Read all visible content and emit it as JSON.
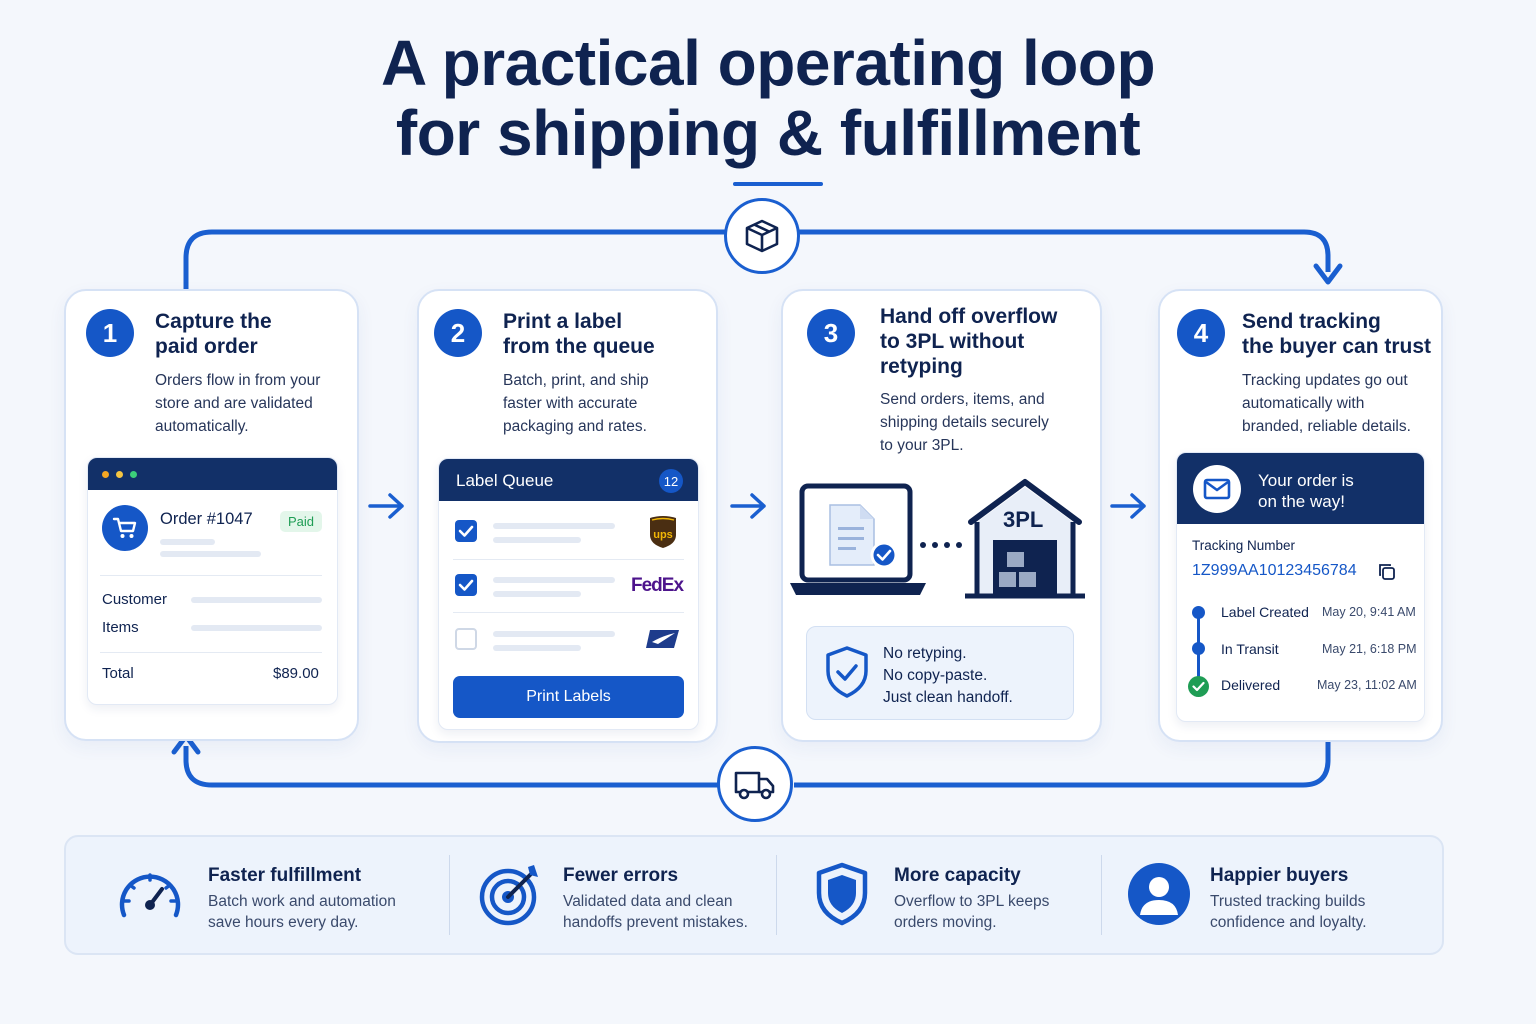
{
  "title": {
    "line1": "A practical operating loop",
    "line2": "for shipping & fulfillment"
  },
  "colors": {
    "primary": "#1557c7",
    "navy": "#0f2350",
    "panel_header": "#123068",
    "paid_green": "#1f9d55",
    "background": "#f4f7fc"
  },
  "loop_icons": {
    "top": "box-icon",
    "bottom": "truck-icon"
  },
  "steps": [
    {
      "number": "1",
      "title_line1": "Capture the",
      "title_line2": "paid order",
      "desc_line1": "Orders flow in from your",
      "desc_line2": "store and are validated",
      "desc_line3": "automatically.",
      "order": {
        "label": "Order #1047",
        "status": "Paid",
        "customer_label": "Customer",
        "items_label": "Items",
        "total_label": "Total",
        "total_value": "$89.00"
      }
    },
    {
      "number": "2",
      "title_line1": "Print a label",
      "title_line2": "from the queue",
      "desc_line1": "Batch, print, and ship",
      "desc_line2": "faster with accurate",
      "desc_line3": "packaging and rates.",
      "queue": {
        "header": "Label Queue",
        "count": "12",
        "rows": [
          {
            "checked": true,
            "carrier": "ups"
          },
          {
            "checked": true,
            "carrier": "FedEx"
          },
          {
            "checked": false,
            "carrier": "usps-eagle-icon"
          }
        ],
        "button": "Print Labels"
      }
    },
    {
      "number": "3",
      "title_line1": "Hand off overflow",
      "title_line2": "to 3PL without",
      "title_line3": "retyping",
      "desc_line1": "Send orders, items, and",
      "desc_line2": "shipping details securely",
      "desc_line3": "to your 3PL.",
      "warehouse_label": "3PL",
      "handoff": {
        "line1": "No retyping.",
        "line2": "No copy-paste.",
        "line3": "Just clean handoff."
      }
    },
    {
      "number": "4",
      "title_line1": "Send tracking",
      "title_line2": "the buyer can trust",
      "desc_line1": "Tracking updates go out",
      "desc_line2": "automatically with",
      "desc_line3": "branded, reliable details.",
      "tracking": {
        "header_line1": "Your order is",
        "header_line2": "on the way!",
        "number_label": "Tracking Number",
        "number": "1Z999AA10123456784",
        "events": [
          {
            "status": "Label Created",
            "time": "May 20, 9:41 AM"
          },
          {
            "status": "In Transit",
            "time": "May 21, 6:18 PM"
          },
          {
            "status": "Delivered",
            "time": "May 23, 11:02 AM"
          }
        ]
      }
    }
  ],
  "benefits": [
    {
      "icon": "speedometer-icon",
      "title": "Faster fulfillment",
      "desc_line1": "Batch work and automation",
      "desc_line2": "save hours every day."
    },
    {
      "icon": "target-icon",
      "title": "Fewer errors",
      "desc_line1": "Validated data and clean",
      "desc_line2": "handoffs prevent mistakes."
    },
    {
      "icon": "shield-icon",
      "title": "More capacity",
      "desc_line1": "Overflow to 3PL keeps",
      "desc_line2": "orders moving."
    },
    {
      "icon": "user-icon",
      "title": "Happier buyers",
      "desc_line1": "Trusted tracking builds",
      "desc_line2": "confidence and loyalty."
    }
  ]
}
